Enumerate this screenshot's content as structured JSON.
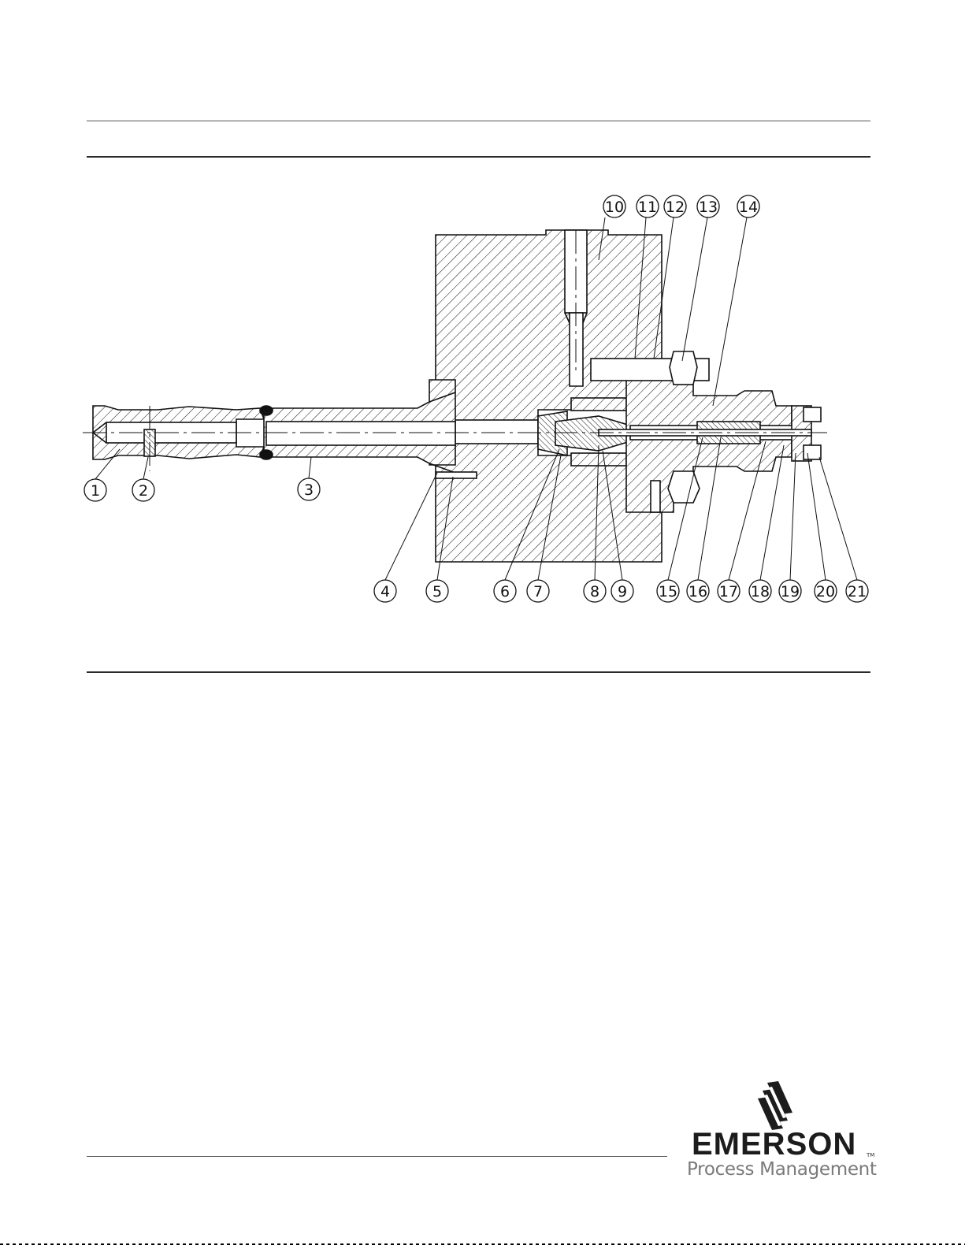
{
  "diagram": {
    "callouts": [
      {
        "label": "1"
      },
      {
        "label": "2"
      },
      {
        "label": "3"
      },
      {
        "label": "4"
      },
      {
        "label": "5"
      },
      {
        "label": "6"
      },
      {
        "label": "7"
      },
      {
        "label": "8"
      },
      {
        "label": "9"
      },
      {
        "label": "10"
      },
      {
        "label": "11"
      },
      {
        "label": "12"
      },
      {
        "label": "13"
      },
      {
        "label": "14"
      },
      {
        "label": "15"
      },
      {
        "label": "16"
      },
      {
        "label": "17"
      },
      {
        "label": "18"
      },
      {
        "label": "19"
      },
      {
        "label": "20"
      },
      {
        "label": "21"
      }
    ]
  },
  "brand": {
    "name": "EMERSON",
    "trademark": "TM",
    "tagline": "Process Management",
    "icon": "emerson-striped-logo-icon"
  },
  "colors": {
    "ink": "#111111",
    "brand_gray": "#7a7a7a",
    "brand_dark": "#1c1c1c"
  }
}
